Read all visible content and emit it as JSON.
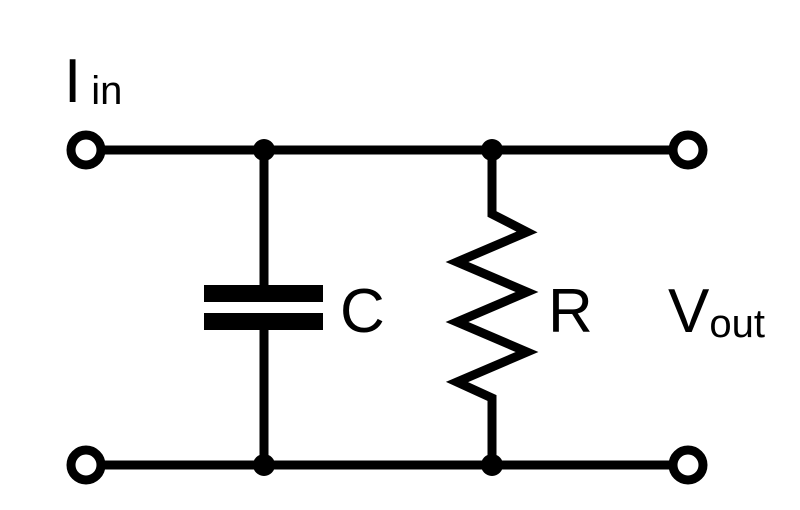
{
  "diagram": {
    "input_label": {
      "main": "I",
      "sub": "in"
    },
    "output_label": {
      "main": "V",
      "sub": "out"
    },
    "capacitor_label": "C",
    "resistor_label": "R"
  }
}
